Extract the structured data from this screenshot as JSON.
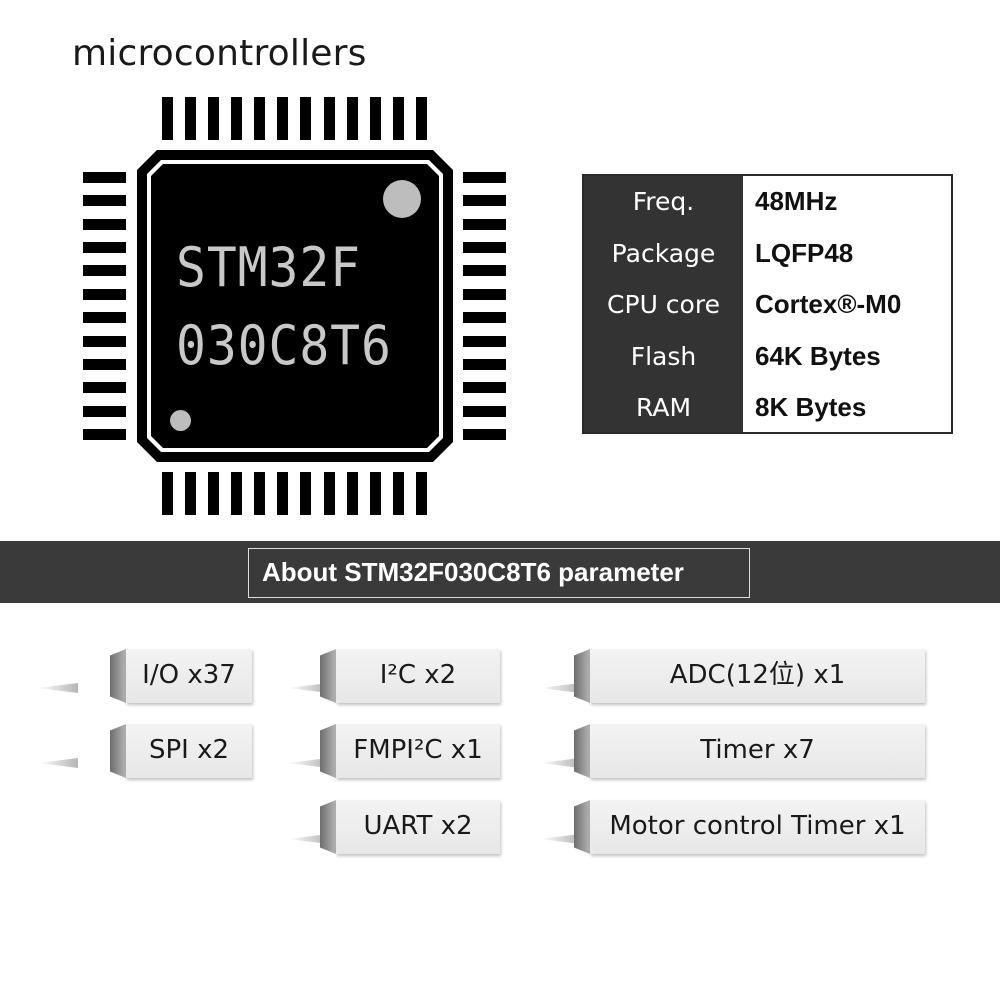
{
  "heading": "microcontrollers",
  "chip": {
    "line1": "STM32F",
    "line2": "030C8T6"
  },
  "specs": [
    {
      "label": "Freq.",
      "value": "48MHz"
    },
    {
      "label": "Package",
      "value": "LQFP48"
    },
    {
      "label": "CPU core",
      "value": "Cortex®-M0"
    },
    {
      "label": "Flash",
      "value": "64K Bytes"
    },
    {
      "label": "RAM",
      "value": "8K Bytes"
    }
  ],
  "banner": "About STM32F030C8T6 parameter",
  "features": [
    "I/O x37",
    "SPI x2",
    "I²C  x2",
    "FMPI²C  x1",
    "UART x2",
    "ADC(12位) x1",
    "Timer  x7",
    "Motor control Timer x1"
  ]
}
